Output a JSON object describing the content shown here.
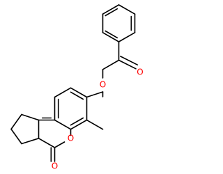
{
  "structure": {
    "atoms": {
      "carbonyl_o_ketone": "O",
      "ether_o": "O",
      "ring_o": "O",
      "lactone_carbonyl_o": "O"
    },
    "colors": {
      "bond": "#000000",
      "oxygen": "#ff0000",
      "background": "#ffffff"
    }
  }
}
